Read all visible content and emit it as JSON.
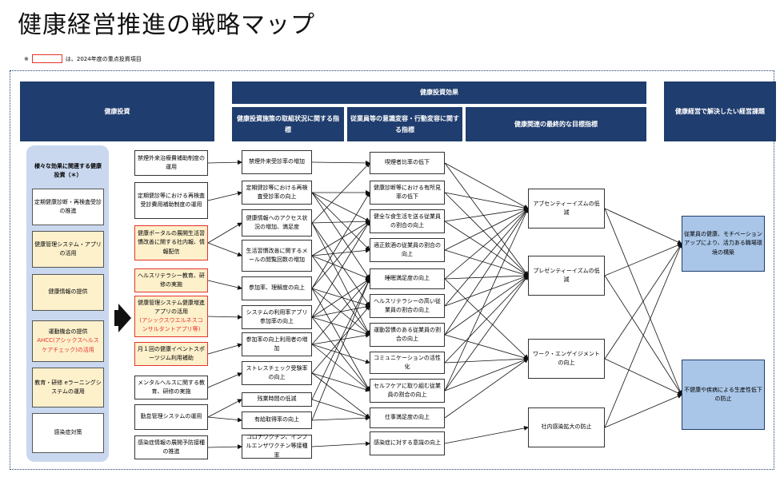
{
  "title": "健康経営推進の戦略マップ",
  "note": {
    "prefix": "※",
    "text": "は、2024年度の重点投資項目"
  },
  "headers": {
    "investment": "健康投資",
    "effects": "健康投資効果",
    "effects_sub1": "健康投資施策の取組状況に関する指標",
    "effects_sub2": "従業員等の意識変容・行動変容に関する指標",
    "effects_sub3": "健康関連の最終的な目標指標",
    "issues": "健康経営で解決したい経営課題"
  },
  "left_panel": {
    "heading": "様々な効果に関連する健康投資（＊）",
    "items": [
      {
        "label": "定期健康診断・再検査受診の推進"
      },
      {
        "label": "健康管理システム・アプリの活用"
      },
      {
        "label": "健康情報の提供"
      },
      {
        "label": "運動機会の提供",
        "red": "AHCC(アシックスヘルスケアチェック)の活用"
      },
      {
        "label": "教育・研修 eラーニングシステムの運用"
      },
      {
        "label": "感染症対策"
      }
    ]
  },
  "col1": [
    {
      "text": "禁煙外来治療費補助制度の運用"
    },
    {
      "text": "定期健診等における再検査受診費用補助制度の運用"
    },
    {
      "text": "健康ポータルの展開生活習慣改善に関する社内報、情報配信"
    },
    {
      "text": "ヘルスリテラシー教育、研修の実施"
    },
    {
      "text": "健康管理システム健康増進アプリの活用",
      "red": "(アシックスウエルネスコンサルタントアプリ等)"
    },
    {
      "text": "月１回の健康イベントスポーツジム利用補助"
    },
    {
      "text": "メンタルヘルスに関する教育、研修の実施"
    },
    {
      "text": "勤怠管理システムの運用"
    },
    {
      "text": "感染症情報の展開予防接種の推進"
    }
  ],
  "col2": [
    {
      "text": "禁煙外来受診率の増加"
    },
    {
      "text": "定期健診等における再検査受診率の向上"
    },
    {
      "text": "健康情報へのアクセス状況の増加、満足度"
    },
    {
      "text": "生活習慣改善に関するメールの閲覧回数の増加"
    },
    {
      "text": "参加率、理解度の向上"
    },
    {
      "text": "システムの利用率アプリ参加率の向上"
    },
    {
      "text": "参加率の向上利用者の増加"
    },
    {
      "text": "ストレスチェック受験率の向上"
    },
    {
      "text": "残業時間の低減"
    },
    {
      "text": "有給取得率の向上"
    },
    {
      "text": "コロナワクチン、インフルエンザワクチン等接種率"
    }
  ],
  "col3": [
    {
      "text": "喫煙者比率の低下"
    },
    {
      "text": "健康診断等における有所見率の低下"
    },
    {
      "text": "健全な食生活を送る従業員の割合の向上"
    },
    {
      "text": "適正飲酒の従業員の割合の向上"
    },
    {
      "text": "睡眠満足度の向上"
    },
    {
      "text": "ヘルスリテラシーの高い従業員の割合の向上"
    },
    {
      "text": "運動習慣のある従業員の割合の向上"
    },
    {
      "text": "コミュニケーションの活性化"
    },
    {
      "text": "セルフケアに取り組む従業員の割合の向上"
    },
    {
      "text": "仕事満足度の向上"
    },
    {
      "text": "感染症に対する意識の向上"
    }
  ],
  "col4": [
    {
      "text": "アブセンティーイズムの低減"
    },
    {
      "text": "プレゼンティーイズムの低減"
    },
    {
      "text": "ワーク・エンゲイジメントの向上"
    },
    {
      "text": "社内感染拡大の防止"
    }
  ],
  "col5": [
    {
      "text": "従業員の健康、モチベーションアップにより、活力ある職場環境の構築"
    },
    {
      "text": "不健康や疾病による生産性低下の防止"
    }
  ]
}
